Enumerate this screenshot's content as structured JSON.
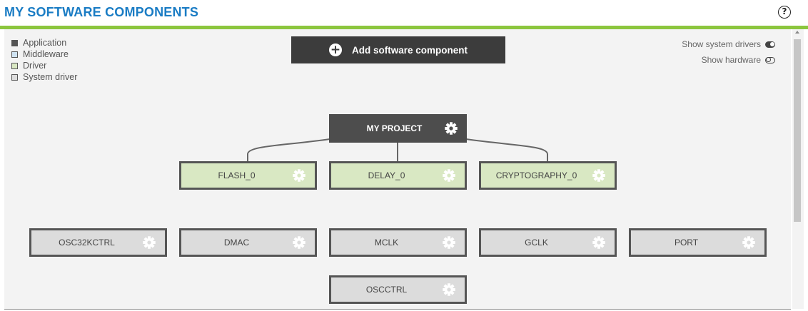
{
  "header": {
    "title": "MY SOFTWARE COMPONENTS"
  },
  "legend": [
    {
      "label": "Application",
      "color": "#555555"
    },
    {
      "label": "Middleware",
      "color": "#cfe3f2"
    },
    {
      "label": "Driver",
      "color": "#d9e8c3"
    },
    {
      "label": "System driver",
      "color": "#dcdcdc"
    }
  ],
  "add_button": {
    "label": "Add software component",
    "icon": "plus-circle-icon"
  },
  "toggles": {
    "system_drivers": {
      "label": "Show system drivers",
      "on": true
    },
    "hardware": {
      "label": "Show hardware",
      "on": false
    }
  },
  "project": {
    "label": "MY PROJECT",
    "icon": "gear-icon"
  },
  "drivers": [
    {
      "label": "FLASH_0"
    },
    {
      "label": "DELAY_0"
    },
    {
      "label": "CRYPTOGRAPHY_0"
    }
  ],
  "system_drivers": [
    {
      "label": "OSC32KCTRL"
    },
    {
      "label": "DMAC"
    },
    {
      "label": "MCLK"
    },
    {
      "label": "GCLK"
    },
    {
      "label": "PORT"
    },
    {
      "label": "OSCCTRL"
    }
  ],
  "colors": {
    "accent_green": "#8cc63e",
    "title_blue": "#1a7cc4"
  }
}
